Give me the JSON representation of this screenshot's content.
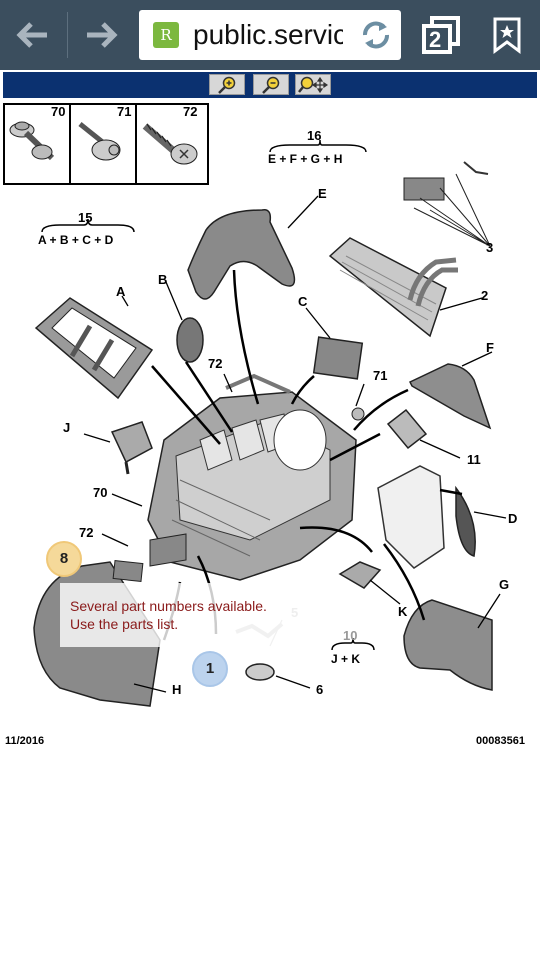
{
  "browser": {
    "url": "public.service",
    "favicon_letter": "R",
    "tab_count": "2"
  },
  "viewer": {
    "buttons": [
      "zoom-in",
      "zoom-out",
      "pan"
    ]
  },
  "diagram": {
    "screw_labels": [
      "70",
      "71",
      "72"
    ],
    "group_15": {
      "number": "15",
      "formula": "A + B + C + D"
    },
    "group_16": {
      "number": "16",
      "formula": "E + F + G + H"
    },
    "group_10": {
      "number": "10",
      "formula": "J + K"
    },
    "callouts": {
      "A": "A",
      "B": "B",
      "C": "C",
      "D": "D",
      "E": "E",
      "F": "F",
      "G": "G",
      "H": "H",
      "J": "J",
      "K": "K",
      "n2": "2",
      "n3": "3",
      "n5": "5",
      "n6": "6",
      "n11": "11",
      "n70b": "70",
      "n71b": "71",
      "n72a": "72",
      "n72b": "72"
    },
    "highlight_8": "8",
    "highlight_1": "1",
    "tooltip_line1": "Several part numbers available.",
    "tooltip_line2": "Use the parts list.",
    "date": "11/2016",
    "doc_number": "00083561"
  }
}
